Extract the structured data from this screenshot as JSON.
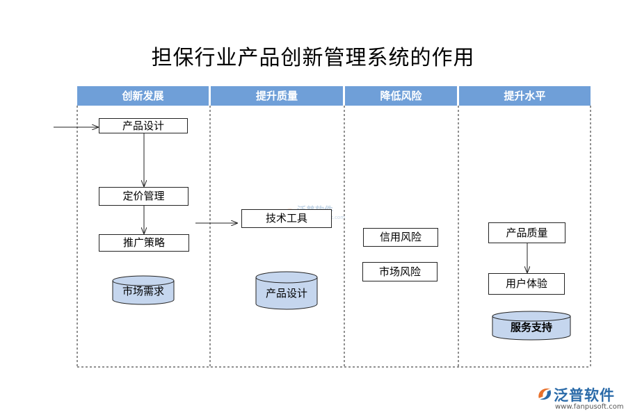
{
  "title": "担保行业产品创新管理系统的作用",
  "columns": [
    {
      "label": "创新发展"
    },
    {
      "label": "提升质量"
    },
    {
      "label": "降低风险"
    },
    {
      "label": "提升水平"
    }
  ],
  "nodes": {
    "product_design": "产品设计",
    "pricing": "定价管理",
    "promotion": "推广策略",
    "tech_tools": "技术工具",
    "credit_risk": "信用风险",
    "market_risk": "市场风险",
    "product_quality": "产品质量",
    "user_experience": "用户体验"
  },
  "databases": {
    "market_demand": "市场需求",
    "product_design_db": "产品设计",
    "service_support": "服务支持"
  },
  "colors": {
    "header_fill": "#6f9fd8",
    "cylinder_fill": "#c5d6ee",
    "brand": "#2a6aa8"
  },
  "logo": {
    "name": "泛普软件",
    "url": "www.fanpusoft.com"
  },
  "watermark": {
    "name": "泛普软件",
    "url": "www.fanpusoft.com"
  }
}
